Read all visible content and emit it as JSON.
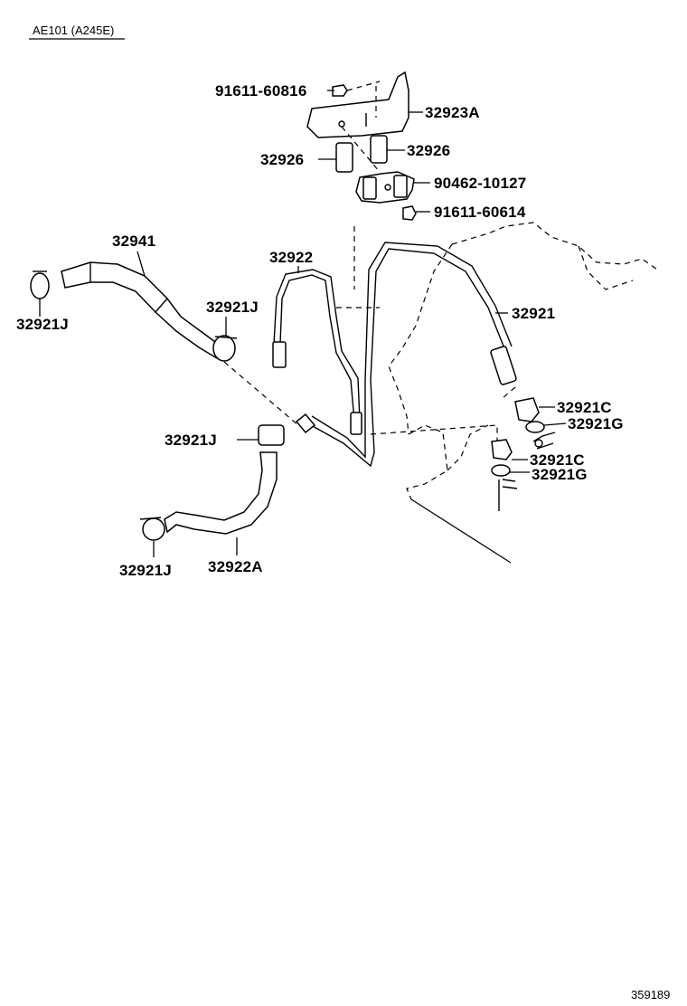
{
  "header": {
    "model_code": "AE101 (A245E)"
  },
  "footer": {
    "figure_number": "359189"
  },
  "parts": {
    "bolt_upper": "91611-60816",
    "bracket": "32923A",
    "bushing_right": "32926",
    "bushing_left": "32926",
    "clamp_plate": "90462-10127",
    "bolt_lower": "91611-60614",
    "hose_upper": "32941",
    "clamp_upper_left": "32921J",
    "clamp_upper_right": "32921J",
    "tube_left": "32922",
    "tube_right": "32921",
    "union_upper": "32921C",
    "gasket_upper": "32921G",
    "union_lower": "32921C",
    "gasket_lower": "32921G",
    "clamp_middle": "32921J",
    "hose_lower": "32922A",
    "clamp_lower": "32921J"
  }
}
